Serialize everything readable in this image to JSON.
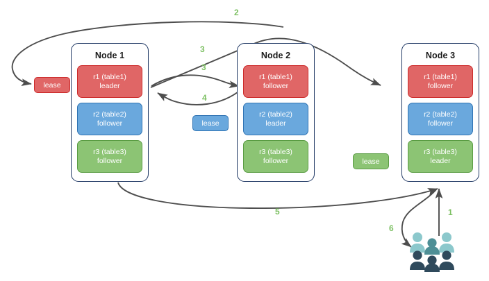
{
  "diagram": {
    "title": "Multi-node replica lease and request routing diagram",
    "background": "#ffffff"
  },
  "palette": {
    "red_fill": "#e06666",
    "red_border": "#cc2a2a",
    "blue_fill": "#6aa8dd",
    "blue_border": "#2f73b3",
    "green_fill": "#8cc474",
    "green_border": "#5a9c43",
    "node_border": "#1f3864",
    "arrow": "#4d4d4d",
    "step_label": "#7dc063",
    "people_light": "#8cc8cc",
    "people_mid": "#4e8f96",
    "people_dark": "#2f4a5c"
  },
  "nodes": [
    {
      "id": "node-1",
      "title": "Node 1",
      "replicas": [
        {
          "id": "r1",
          "name": "r1 (table1)",
          "role": "leader",
          "color": "red"
        },
        {
          "id": "r2",
          "name": "r2 (table2)",
          "role": "follower",
          "color": "blue"
        },
        {
          "id": "r3",
          "name": "r3 (table3)",
          "role": "follower",
          "color": "green"
        }
      ]
    },
    {
      "id": "node-2",
      "title": "Node 2",
      "replicas": [
        {
          "id": "r1",
          "name": "r1 (table1)",
          "role": "follower",
          "color": "red"
        },
        {
          "id": "r2",
          "name": "r2 (table2)",
          "role": "leader",
          "color": "blue"
        },
        {
          "id": "r3",
          "name": "r3 (table3)",
          "role": "follower",
          "color": "green"
        }
      ]
    },
    {
      "id": "node-3",
      "title": "Node 3",
      "replicas": [
        {
          "id": "r1",
          "name": "r1 (table1)",
          "role": "follower",
          "color": "red"
        },
        {
          "id": "r2",
          "name": "r2 (table2)",
          "role": "follower",
          "color": "blue"
        },
        {
          "id": "r3",
          "name": "r3 (table3)",
          "role": "leader",
          "color": "green"
        }
      ]
    }
  ],
  "leases": [
    {
      "id": "lease-r1",
      "label": "lease",
      "color": "red"
    },
    {
      "id": "lease-r2",
      "label": "lease",
      "color": "blue"
    },
    {
      "id": "lease-r3",
      "label": "lease",
      "color": "green"
    }
  ],
  "steps": [
    {
      "id": "step-1",
      "label": "1"
    },
    {
      "id": "step-2",
      "label": "2"
    },
    {
      "id": "step-3a",
      "label": "3"
    },
    {
      "id": "step-3b",
      "label": "3"
    },
    {
      "id": "step-4",
      "label": "4"
    },
    {
      "id": "step-5",
      "label": "5"
    },
    {
      "id": "step-6",
      "label": "6"
    }
  ],
  "people": {
    "id": "clients-icon",
    "figure_count": 6
  }
}
